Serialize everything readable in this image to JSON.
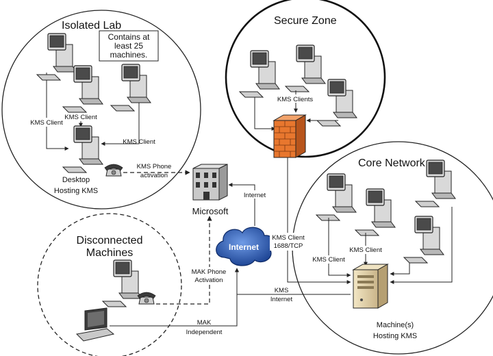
{
  "zones": {
    "isolated_lab": "Isolated Lab",
    "secure_zone": "Secure Zone",
    "core_network": "Core Network",
    "disconnected_line1": "Disconnected",
    "disconnected_line2": "Machines"
  },
  "note": {
    "line1": "Contains at",
    "line2": "least 25",
    "line3": "machines."
  },
  "labels": {
    "kms_client": "KMS Client",
    "kms_clients": "KMS Clients",
    "desktop_line1": "Desktop",
    "desktop_line2": "Hosting KMS",
    "kms_phone_line1": "KMS Phone",
    "kms_phone_line2": "activation",
    "microsoft": "Microsoft",
    "internet_link": "Internet",
    "internet_cloud": "Internet",
    "kms_client_1688_line1": "KMS Client",
    "kms_client_1688_line2": "1688/TCP",
    "mak_phone_line1": "MAK Phone",
    "mak_phone_line2": "Activation",
    "kms_internet_line1": "KMS",
    "kms_internet_line2": "Internet",
    "mak_indep_line1": "MAK",
    "mak_indep_line2": "Independent",
    "host_line1": "Machine(s)",
    "host_line2": "Hosting KMS"
  },
  "colors": {
    "firewall": "#e8772e",
    "cloud": "#1f4fa8",
    "monitor": "#d6d6d6"
  }
}
